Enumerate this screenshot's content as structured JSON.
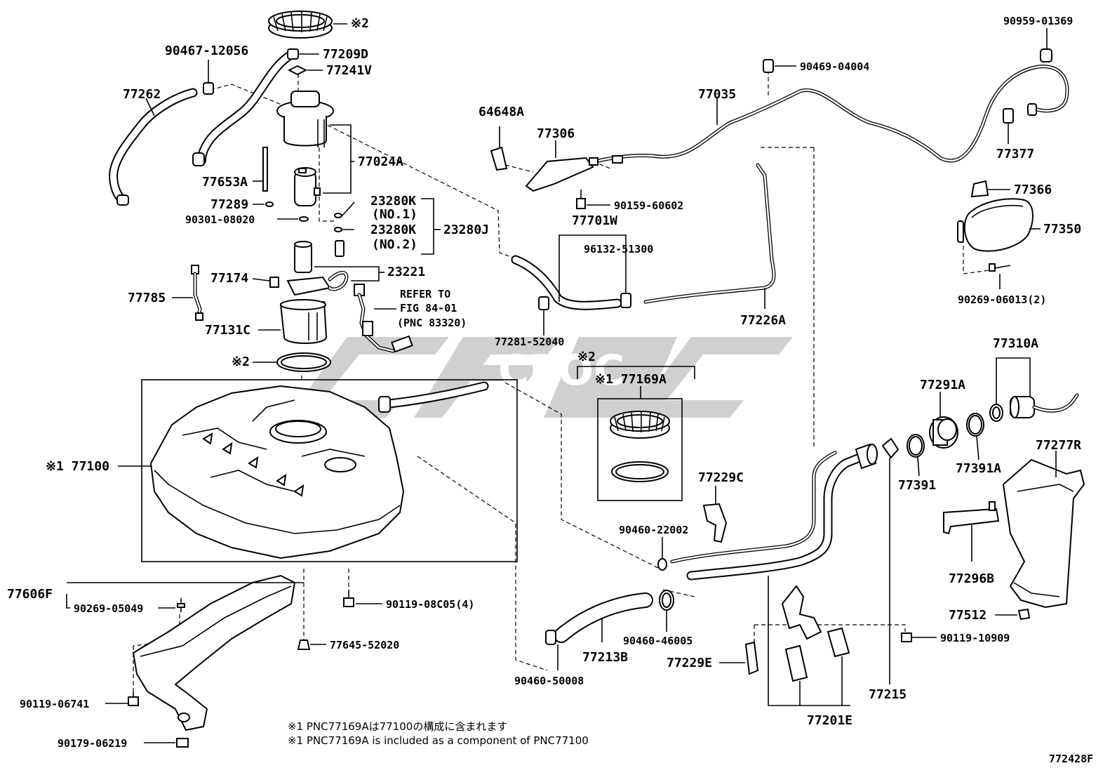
{
  "diagram": {
    "id_code": "772428F",
    "watermark": "CFOC",
    "notes": [
      "※1 PNC77169Aは77100の構成に含まれます",
      "※1 PNC77169A is included as a component of PNC77100"
    ],
    "labels": {
      "l_s2_top": "※2",
      "l_77209D": "77209D",
      "l_77241V": "77241V",
      "l_90467_12056": "90467-12056",
      "l_77262": "77262",
      "l_77024A": "77024A",
      "l_77653A": "77653A",
      "l_77289": "77289",
      "l_90301_08020": "90301-08020",
      "l_23280K_1": "23280K",
      "l_no1": "(NO.1)",
      "l_23280K_2": "23280K",
      "l_no2": "(NO.2)",
      "l_23280J": "23280J",
      "l_23221": "23221",
      "l_77174": "77174",
      "l_77785": "77785",
      "l_refer1": "REFER TO",
      "l_refer2": "FIG 84-01",
      "l_refer3": "(PNC 83320)",
      "l_77131C": "77131C",
      "l_s2_ring": "※2",
      "l_77100": "※1 77100",
      "l_77606F": "77606F",
      "l_90269_05049": "90269-05049",
      "l_90119_08C05": "90119-08C05(4)",
      "l_77645_52020": "77645-52020",
      "l_90119_06741": "90119-06741",
      "l_90179_06219": "90179-06219",
      "l_64648A": "64648A",
      "l_77306": "77306",
      "l_90159_60602": "90159-60602",
      "l_77701W": "77701W",
      "l_96132_51300": "96132-51300",
      "l_77281_52040": "77281-52040",
      "l_77035": "77035",
      "l_90469_04004": "90469-04004",
      "l_90959_01369": "90959-01369",
      "l_77377": "77377",
      "l_77366": "77366",
      "l_77350": "77350",
      "l_90269_06013": "90269-06013(2)",
      "l_77226A": "77226A",
      "l_s2_kit": "※2",
      "l_77169A": "※1 77169A",
      "l_77310A": "77310A",
      "l_77291A": "77291A",
      "l_77391": "77391",
      "l_77391A": "77391A",
      "l_77277R": "77277R",
      "l_77229C": "77229C",
      "l_90460_22002": "90460-22002",
      "l_77296B": "77296B",
      "l_77512": "77512",
      "l_90119_10909": "90119-10909",
      "l_90460_46005": "90460-46005",
      "l_77213B": "77213B",
      "l_77229E": "77229E",
      "l_77215": "77215",
      "l_90460_50008": "90460-50008",
      "l_77201E": "77201E"
    }
  }
}
